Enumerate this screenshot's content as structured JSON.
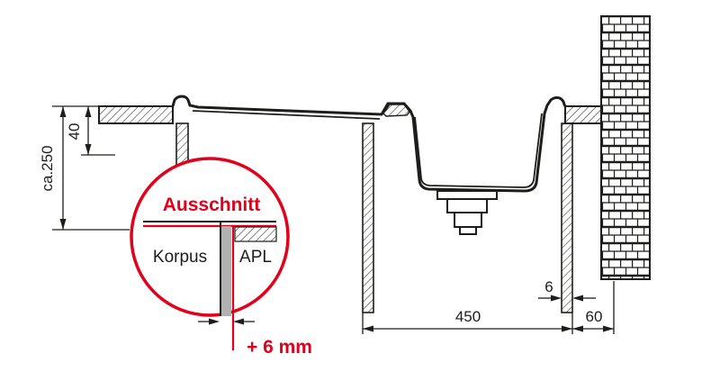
{
  "diagram": {
    "colors": {
      "accent_red": "#e2001a",
      "line_black": "#1d1d1b",
      "panel_gray": "#b1b1b1"
    },
    "dimensions": {
      "overall_height": "ca.250",
      "rim_height": "40",
      "cabinet_width": "450",
      "wall_distance": "60",
      "panel_gap": "6"
    },
    "detail": {
      "title": "Ausschnitt",
      "cabinet_label": "Korpus",
      "countertop_label": "APL",
      "offset_note": "+ 6 mm"
    }
  }
}
